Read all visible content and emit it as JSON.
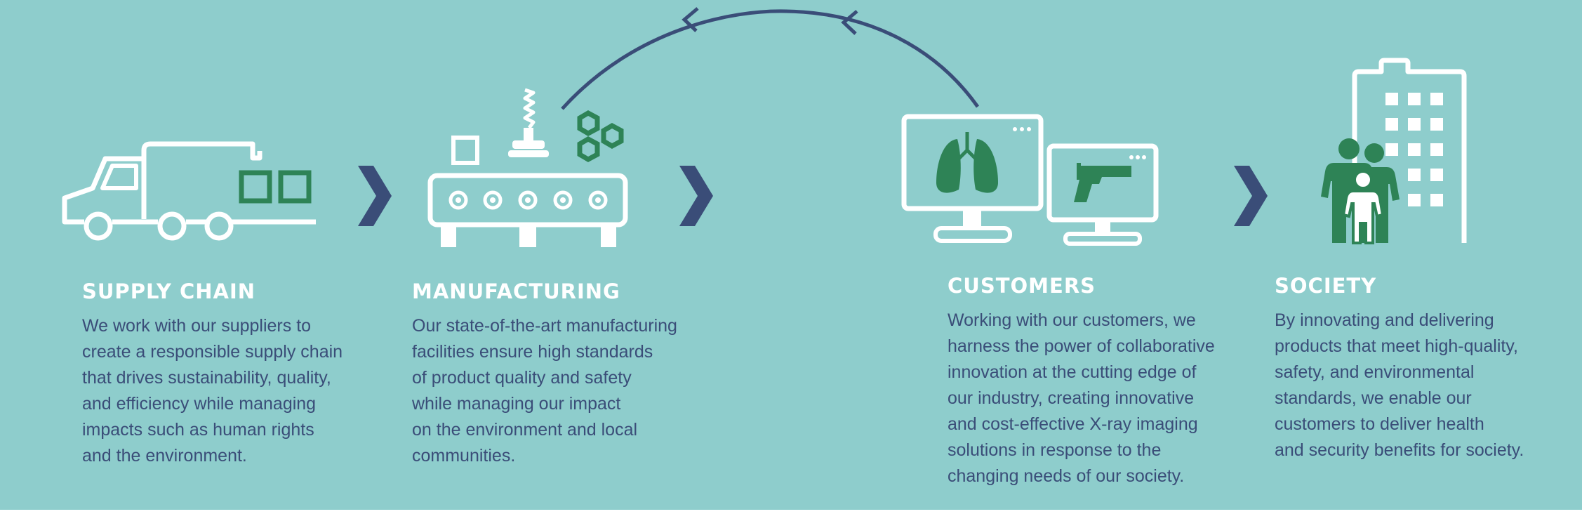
{
  "colors": {
    "background": "#8ecdcc",
    "navy": "#3a4d78",
    "green": "#2e8356",
    "white": "#ffffff"
  },
  "stages": {
    "supply_chain": {
      "icon": "delivery-truck-icon",
      "title": "SUPPLY CHAIN",
      "body": "We work with our suppliers to\ncreate a responsible supply chain\nthat drives sustainability, quality,\nand efficiency while managing\nimpacts such as human rights\nand the environment."
    },
    "manufacturing": {
      "icon": "conveyor-belt-icon",
      "title": "MANUFACTURING",
      "body": "Our state-of-the-art manufacturing\nfacilities ensure high standards\nof product quality and safety\nwhile managing our impact\non the environment and local\ncommunities."
    },
    "customers": {
      "icon": "xray-monitors-icon",
      "title": "CUSTOMERS",
      "body": "Working with our customers, we\nharness the power of collaborative\ninnovation at the cutting edge of\nour industry, creating innovative\nand cost-effective X-ray imaging\nsolutions in response to the\nchanging needs of our society."
    },
    "society": {
      "icon": "family-building-icon",
      "title": "SOCIETY",
      "body": "By innovating and delivering\nproducts that meet high-quality,\nsafety, and environmental\nstandards, we enable our\ncustomers to deliver health\nand security benefits for society."
    }
  },
  "connectors": {
    "chevron": "chevron-right-icon",
    "feedback_arc": "feedback-arc-arrow"
  }
}
